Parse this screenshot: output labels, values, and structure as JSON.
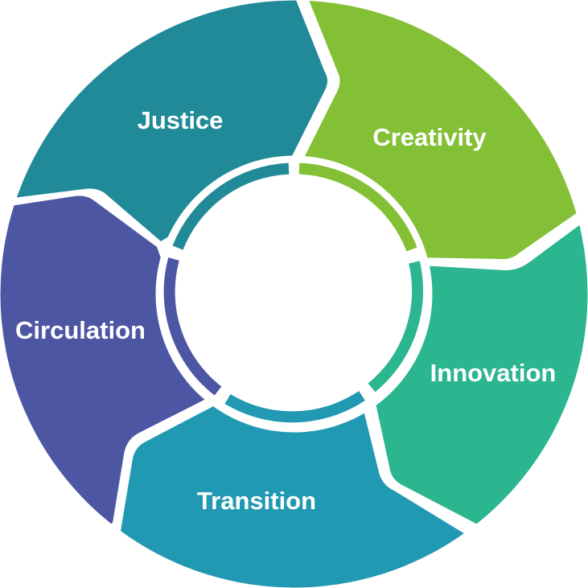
{
  "diagram": {
    "type": "cycle",
    "segments": [
      {
        "label": "Justice",
        "color": "#218a98"
      },
      {
        "label": "Creativity",
        "color": "#83c035"
      },
      {
        "label": "Innovation",
        "color": "#2bb690"
      },
      {
        "label": "Transition",
        "color": "#2299b3"
      },
      {
        "label": "Circulation",
        "color": "#4d56a2"
      }
    ],
    "center_fill": "#ffffff",
    "separator_color": "#ffffff"
  }
}
